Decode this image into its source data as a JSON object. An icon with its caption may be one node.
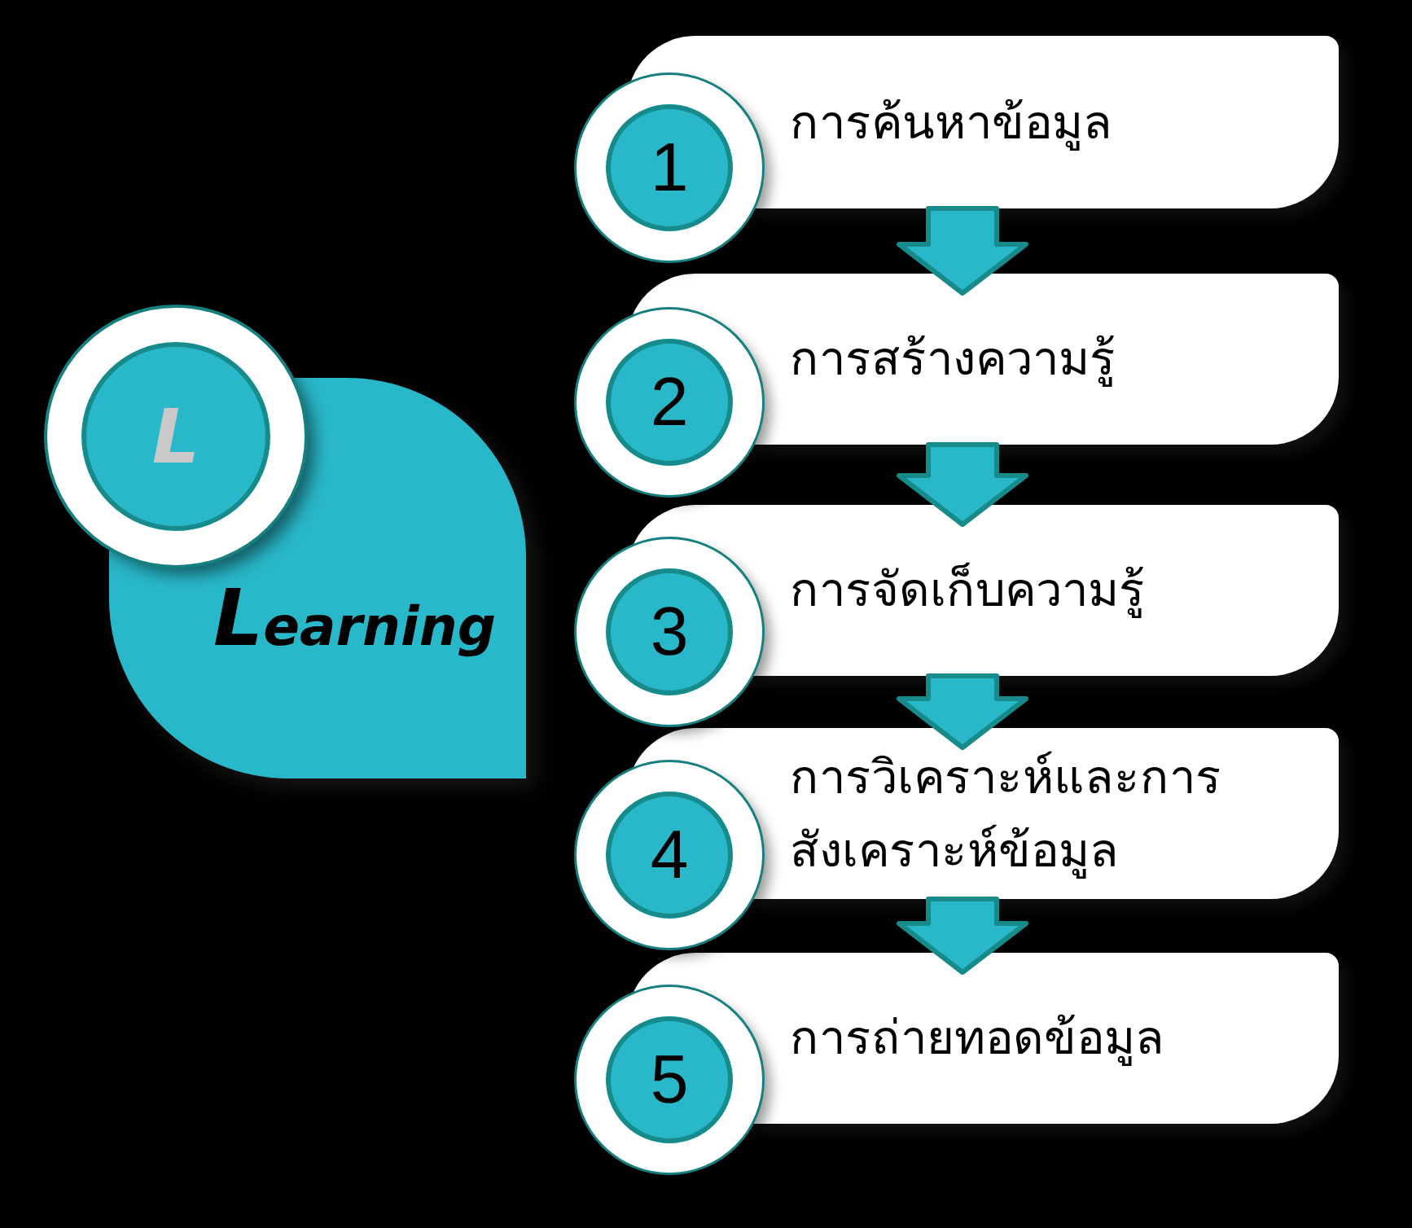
{
  "diagram": {
    "nodes": [
      {
        "text": [
          "L"
        ]
      },
      {
        "text": [
          "**L**earning"
        ]
      },
      {
        "text": [
          "1"
        ]
      },
      {
        "text": [
          "การค้นหาข้อมูล"
        ]
      },
      {
        "text": [
          "2"
        ]
      },
      {
        "text": [
          "การสร้างความรู้"
        ]
      },
      {
        "text": [
          "3"
        ]
      },
      {
        "text": [
          "การจัดเก็บความรู้"
        ]
      },
      {
        "text": [
          "4"
        ]
      },
      {
        "text": [
          "การวิเคราะห์และการสังเคราะห์ข้อมูล"
        ]
      },
      {
        "text": [
          "5"
        ]
      },
      {
        "text": [
          "การถ่ายทอดข้อมูล"
        ]
      }
    ],
    "edges": [
      {
        "from": 3,
        "to": 5,
        "arrow": "to",
        "style": "thick"
      },
      {
        "from": 5,
        "to": 7,
        "arrow": "to",
        "style": "thick"
      },
      {
        "from": 7,
        "to": 9,
        "arrow": "to",
        "style": "thick"
      },
      {
        "from": 9,
        "to": 11,
        "arrow": "to",
        "style": "thick"
      }
    ]
  }
}
